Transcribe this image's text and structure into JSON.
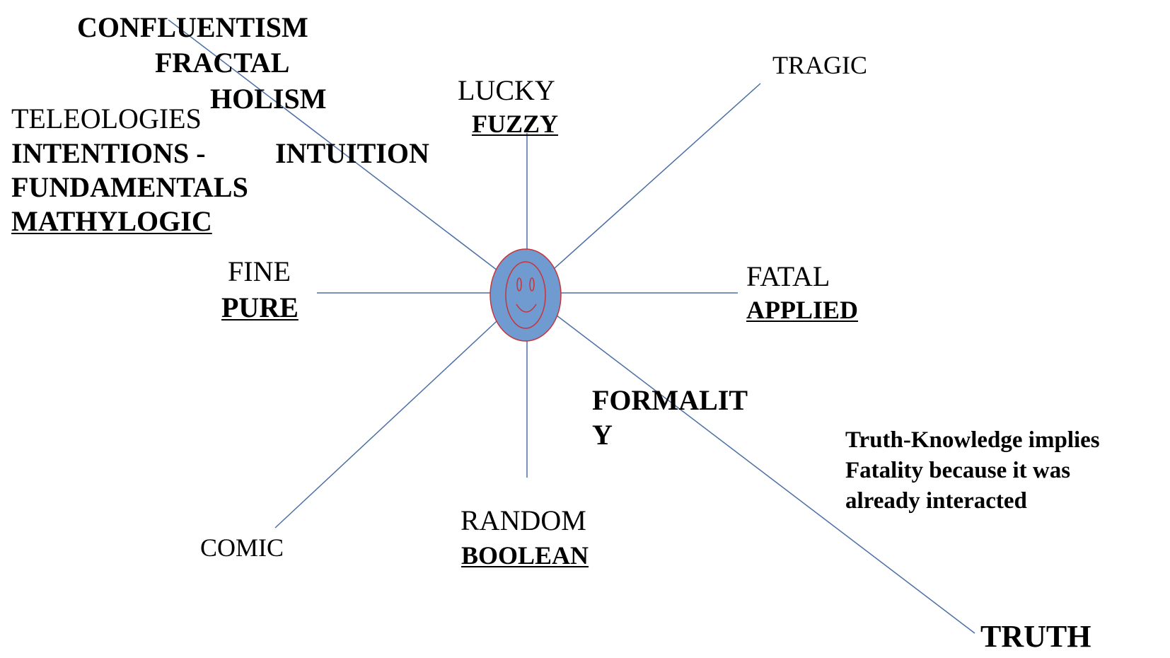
{
  "labels": {
    "confluentism": "CONFLUENTISM",
    "fractal": "FRACTAL",
    "holism": "HOLISM",
    "teleologies": "TELEOLOGIES",
    "intentions": "INTENTIONS -",
    "intuition": "INTUITION",
    "fundamentals": "FUNDAMENTALS",
    "mathylogic": "MATHYLOGIC",
    "lucky": "LUCKY",
    "fuzzy": "FUZZY",
    "tragic": "TRAGIC",
    "fine": "FINE",
    "pure": "PURE",
    "fatal": "FATAL",
    "applied": "APPLIED",
    "formality_line1": "FORMALIT",
    "formality_line2": "Y",
    "comic": "COMIC",
    "random": "RANDOM",
    "boolean": "BOOLEAN",
    "truth": "TRUTH"
  },
  "note": {
    "line1": "Truth-Knowledge implies",
    "line2": "Fatality because it was",
    "line3": "already interacted"
  },
  "colors": {
    "line": "#4a6fa5",
    "hub_fill": "#6f9bd0",
    "hub_stroke": "#c8333a",
    "face_stroke": "#c8333a",
    "text": "#000000"
  },
  "icons": {
    "hub": "smiley-face-icon"
  }
}
